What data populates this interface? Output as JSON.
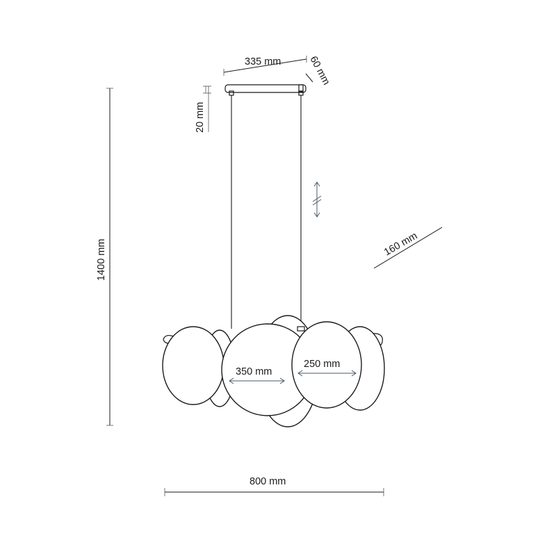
{
  "dimensions": {
    "canopy_length": "335 mm",
    "canopy_width": "60 mm",
    "canopy_height": "20 mm",
    "total_height": "1400 mm",
    "depth": "160 mm",
    "large_globe_diameter": "350 mm",
    "small_globe_diameter": "250 mm",
    "total_width": "800 mm"
  }
}
